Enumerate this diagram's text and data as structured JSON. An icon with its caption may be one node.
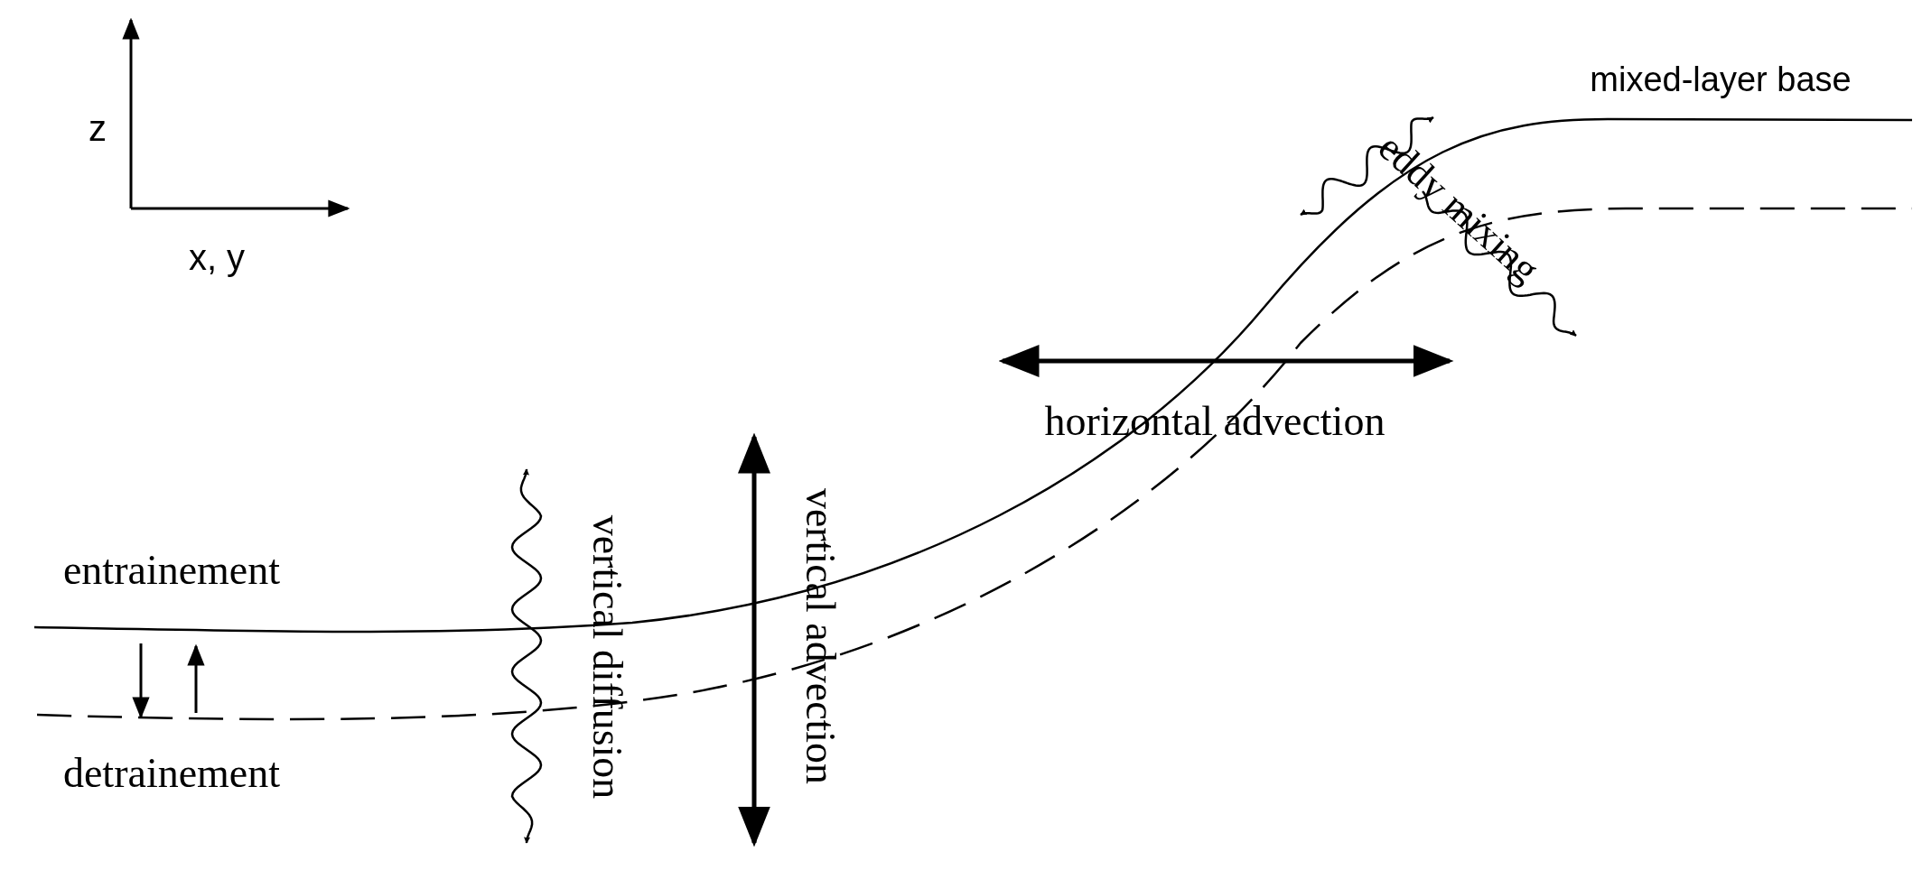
{
  "diagram": {
    "labels": [
      "z",
      "x, y",
      "mixed-layer base",
      "eddy mixing",
      "horizontal advection",
      "vertical advection",
      "vertical diffusion",
      "entrainement",
      "detrainement"
    ]
  }
}
